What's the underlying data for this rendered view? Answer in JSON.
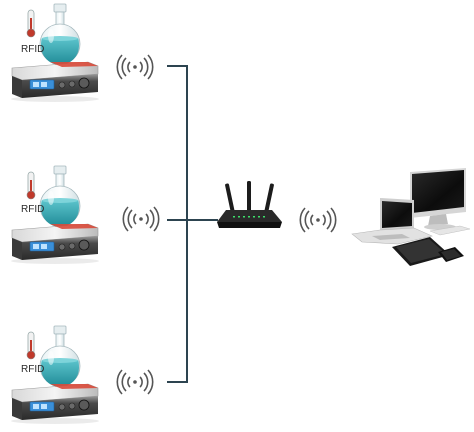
{
  "stations": [
    {
      "label": "RFID"
    },
    {
      "label": "RFID"
    },
    {
      "label": "RFID"
    }
  ],
  "icons": {
    "thermometer": "thermometer-icon",
    "flask": "round-bottom-flask-icon",
    "hotplate": "magnetic-stirrer-hotplate-icon",
    "wireless": "wireless-signal-icon",
    "router": "wifi-router-icon",
    "devices": [
      "desktop-monitor-icon",
      "laptop-icon",
      "tablet-icon",
      "smartphone-icon"
    ]
  },
  "colors": {
    "liquid": "#2fa6b0",
    "connector": "#2d4450",
    "display": "#3a8fd8",
    "plate_top": "#d94a3a",
    "device_dark": "#1c1c1c"
  }
}
